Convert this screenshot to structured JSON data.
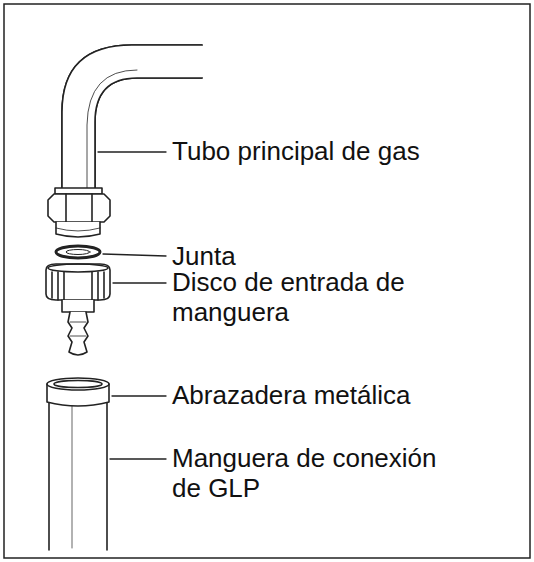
{
  "diagram": {
    "labels": [
      "Tubo principal de gas",
      "Junta",
      "Disco de entrada de manguera",
      "Abrazadera metálica",
      "Manguera de conexión de GLP"
    ]
  }
}
